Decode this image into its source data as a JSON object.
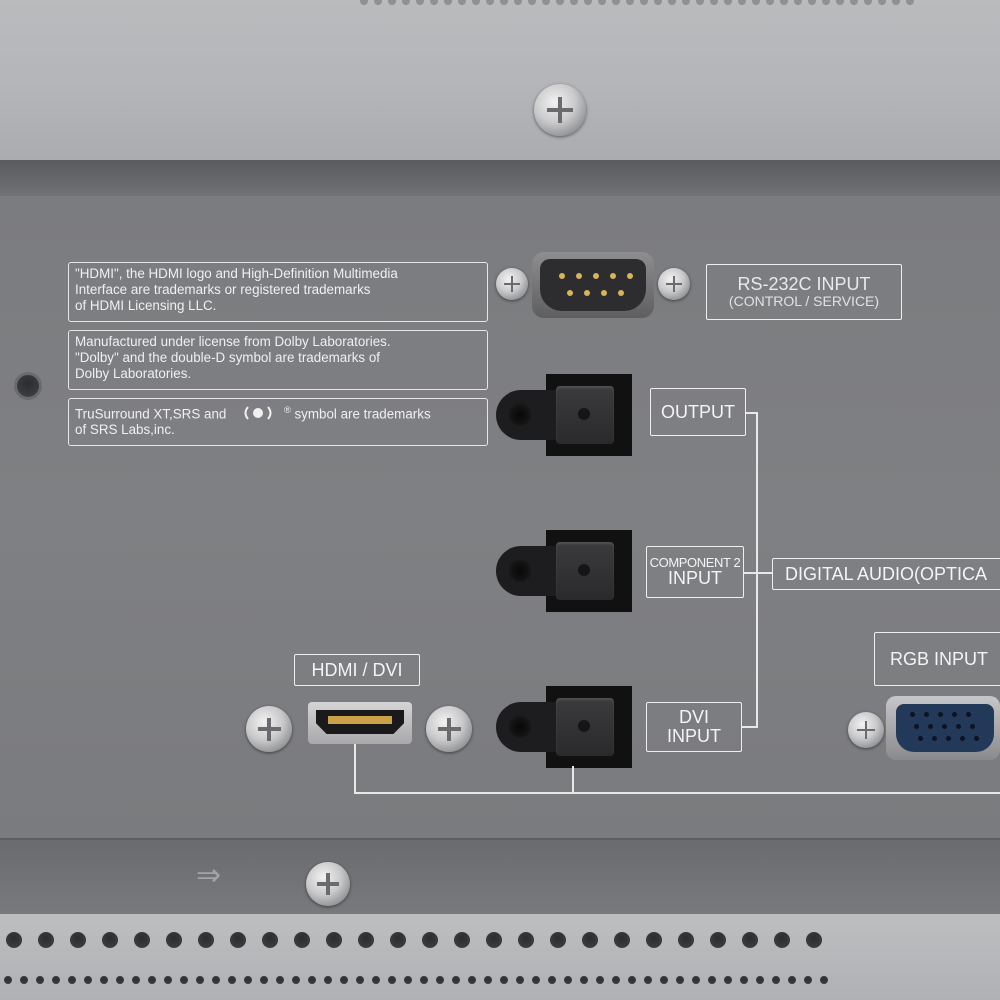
{
  "notices": {
    "hdmi": "\"HDMI\", the HDMI logo and High-Definition Multimedia\nInterface are trademarks or registered trademarks\nof HDMI Licensing LLC.",
    "dolby": "Manufactured under license from Dolby Laboratories.\n\"Dolby\" and the double-D symbol are trademarks of\nDolby Laboratories.",
    "srs_line1_a": "TruSurround XT,SRS and",
    "srs_line1_b": "symbol are trademarks",
    "srs_line2": "of  SRS Labs,inc."
  },
  "labels": {
    "rs232_title": "RS-232C  INPUT",
    "rs232_sub": "(CONTROL / SERVICE)",
    "output": "OUTPUT",
    "component2_top": "COMPONENT 2",
    "component2_bottom": "INPUT",
    "digital_audio": "DIGITAL AUDIO(OPTICA",
    "dvi_top": "DVI",
    "dvi_bottom": "INPUT",
    "hdmi_dvi": "HDMI / DVI",
    "rgb_input": "RGB INPUT"
  },
  "icons": {
    "srs_logo": "srs-logo-icon",
    "registered": "®",
    "arrow": "⇒"
  },
  "colors": {
    "panel": "#7d7d7f",
    "label": "#f0f0f0"
  }
}
